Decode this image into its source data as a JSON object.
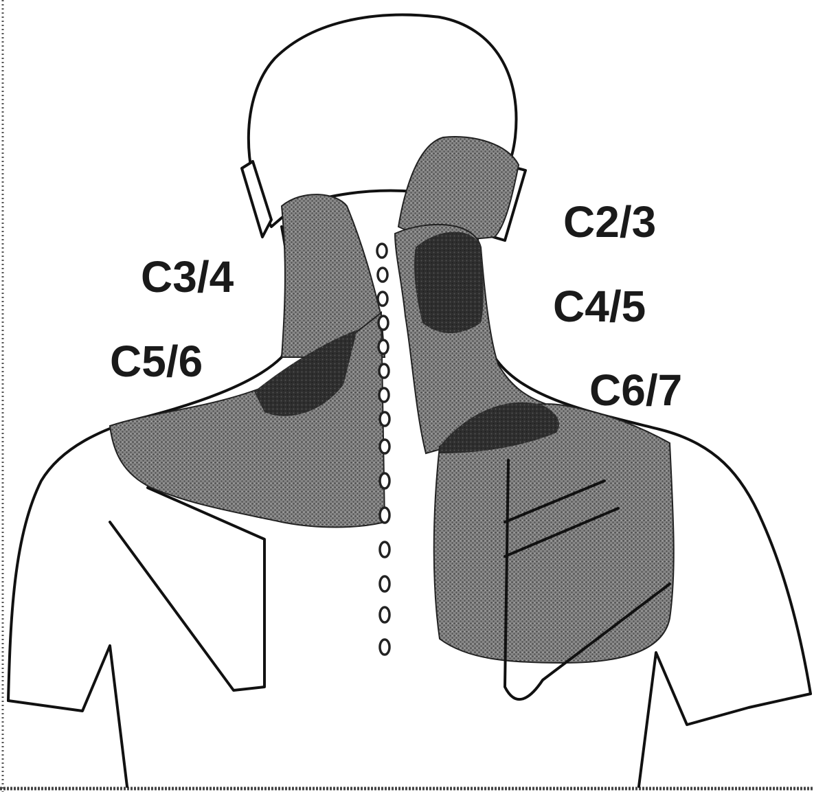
{
  "labels": {
    "c2_3": "C2/3",
    "c3_4": "C3/4",
    "c4_5": "C4/5",
    "c5_6": "C5/6",
    "c6_7": "C6/7"
  },
  "colors": {
    "zone_shade": "#7a7a7a",
    "zone_dark": "#3a3a3a",
    "outline": "#111111",
    "background": "#ffffff"
  }
}
